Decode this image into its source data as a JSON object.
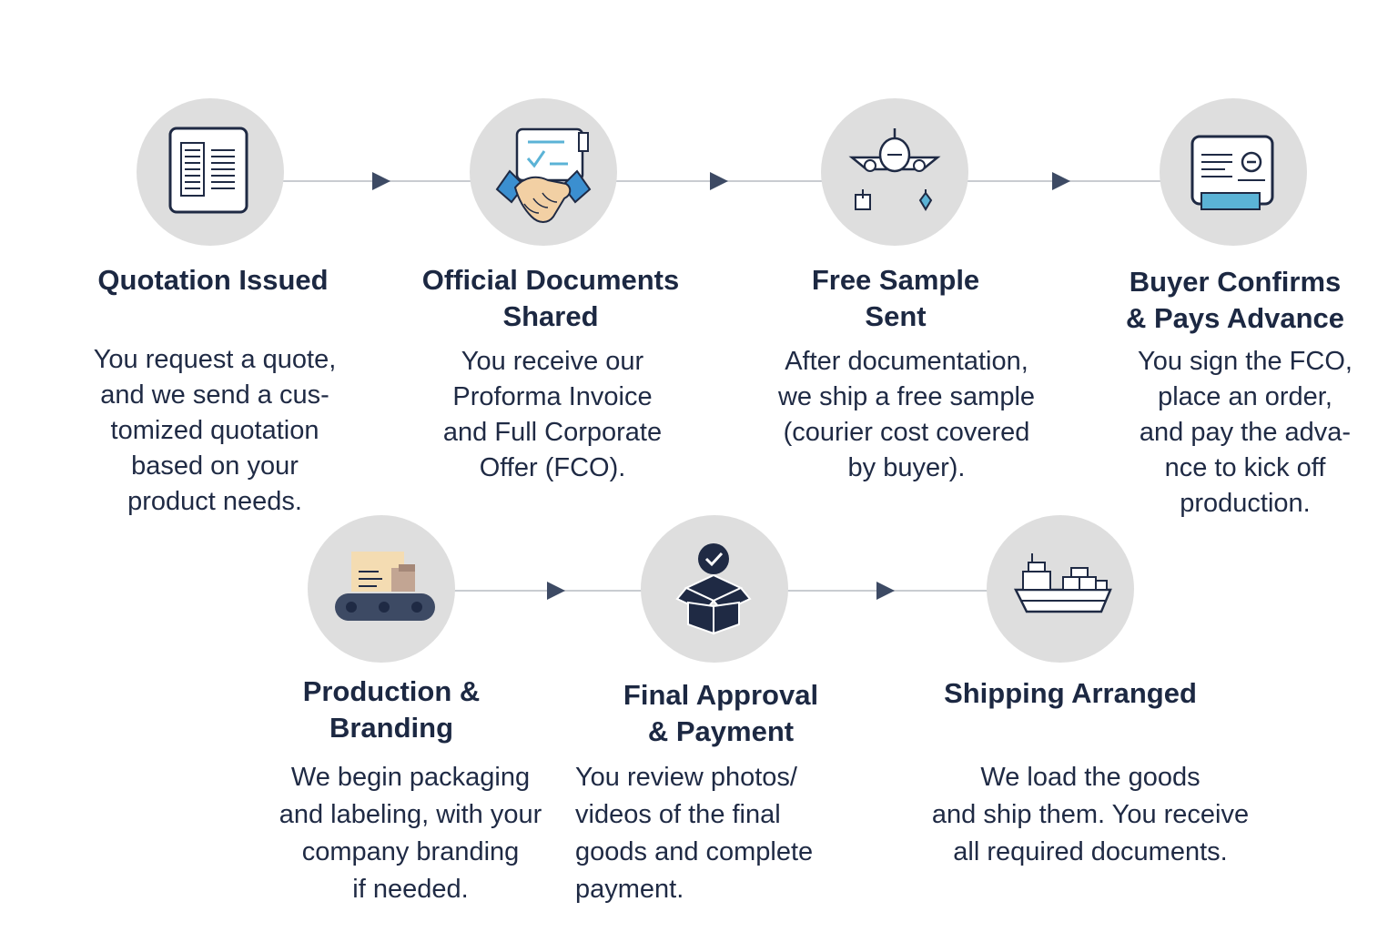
{
  "colors": {
    "circle": "#dedede",
    "navy": "#1f2a44",
    "accent_blue": "#5bb3d6",
    "connector": "#c9ccd1",
    "arrow": "#3d4a64"
  },
  "steps": [
    {
      "title": "Quotation Issued",
      "description": "You request a quote,\nand we send a cus-\ntomized quotation\nbased on your\nproduct needs.",
      "icon": "document-icon"
    },
    {
      "title": "Official Documents\nShared",
      "description": "You receive  our\nProforma Invoice\nand Full Corporate\nOffer (FCO).",
      "icon": "handshake-icon"
    },
    {
      "title": "Free Sample\nSent",
      "description": "After documentation,\nwe ship a free sample\n(courier cost covered\nby buyer).",
      "icon": "airplane-icon"
    },
    {
      "title": "Buyer Confirms\n& Pays Advance",
      "description": "You sign the FCO,\nplace an order,\nand pay the adva-\nnce  to  kick off\nproduction.",
      "icon": "payment-card-icon"
    },
    {
      "title": "Production &\nBranding",
      "description": "We begin packaging\nand labeling, with your\ncompany branding\nif needed.",
      "icon": "conveyor-icon"
    },
    {
      "title": "Final Approval\n& Payment",
      "description": "You review photos/\nvideos of the final\ngoods and complete\npayment.",
      "icon": "approved-box-icon"
    },
    {
      "title": "Shipping Arranged",
      "description": "We load the goods\nand ship them. You receive\nall required documents.",
      "icon": "cargo-ship-icon"
    }
  ]
}
